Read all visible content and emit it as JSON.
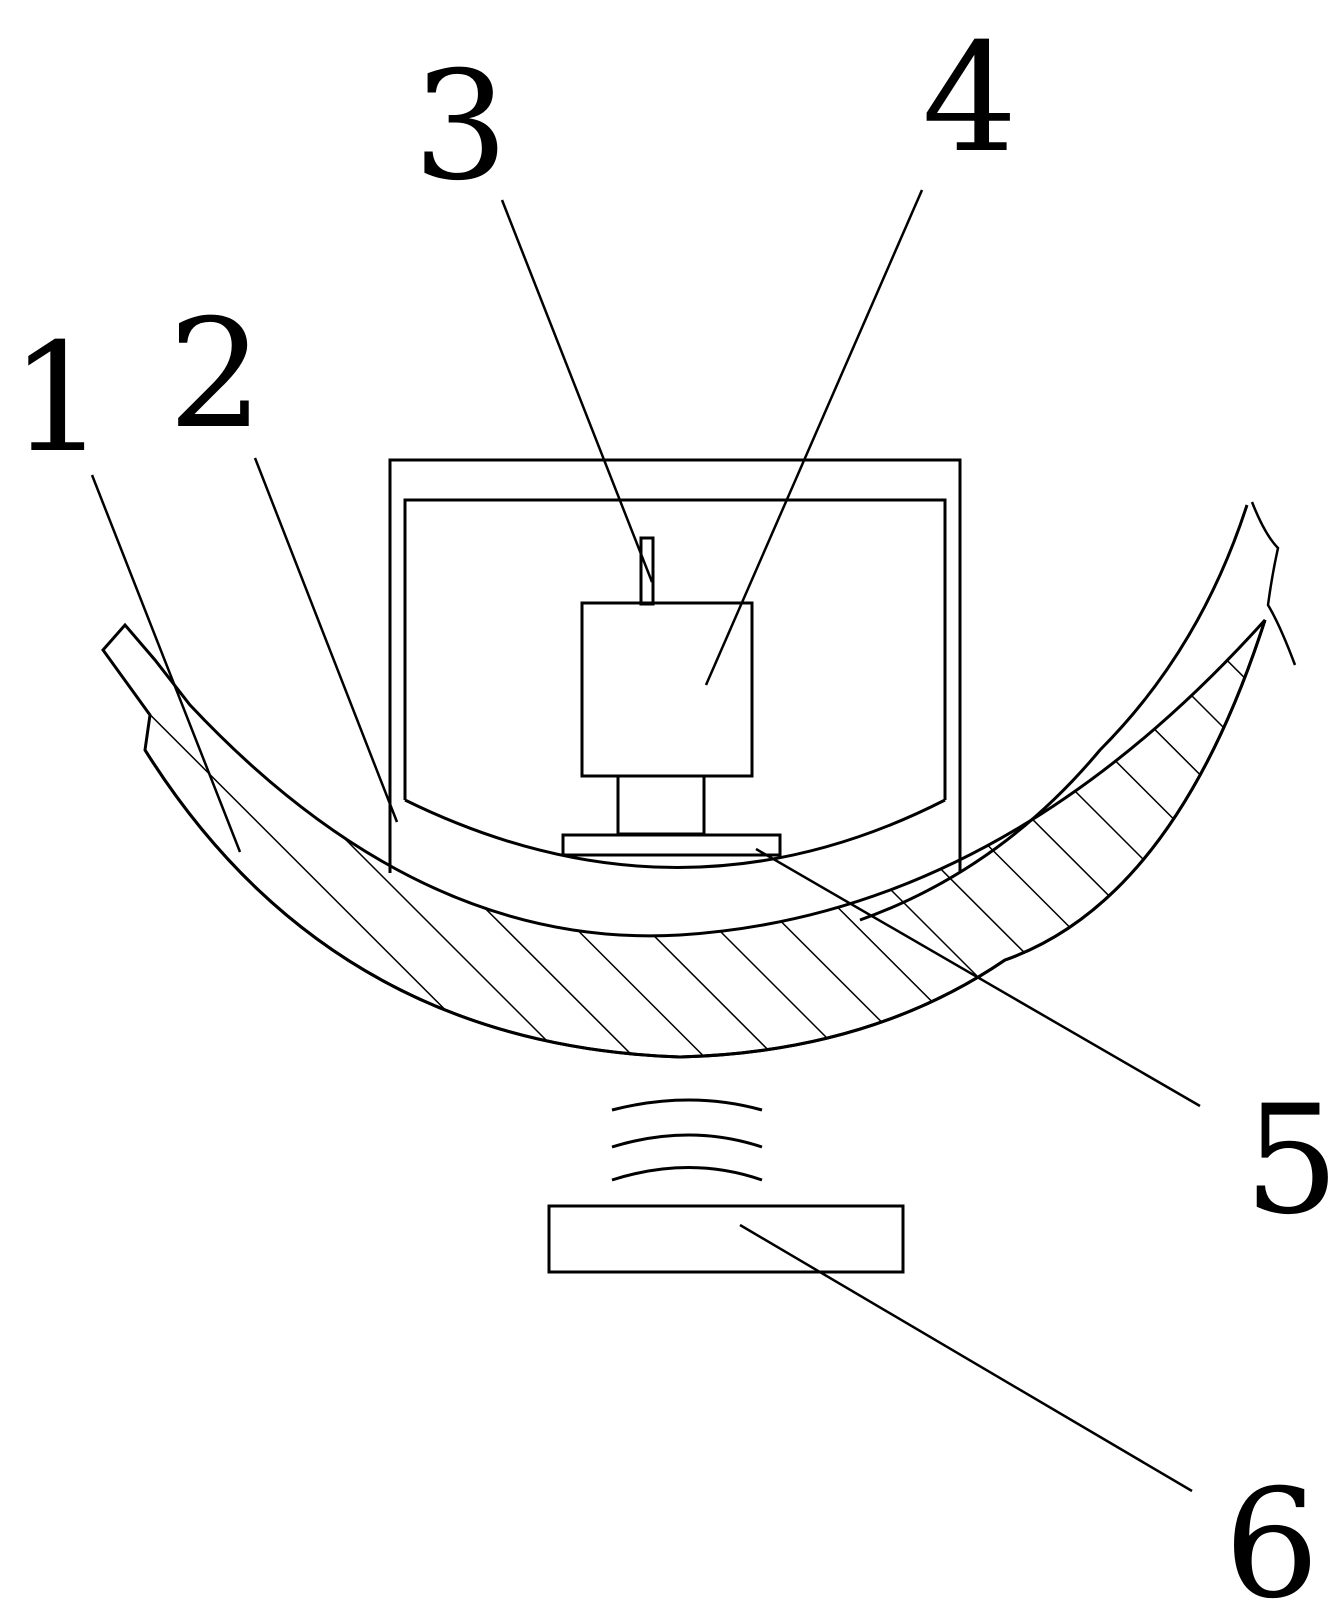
{
  "labels": [
    "1",
    "2",
    "3",
    "4",
    "5",
    "6"
  ],
  "colors": {
    "stroke": "#000000",
    "background": "#ffffff"
  }
}
